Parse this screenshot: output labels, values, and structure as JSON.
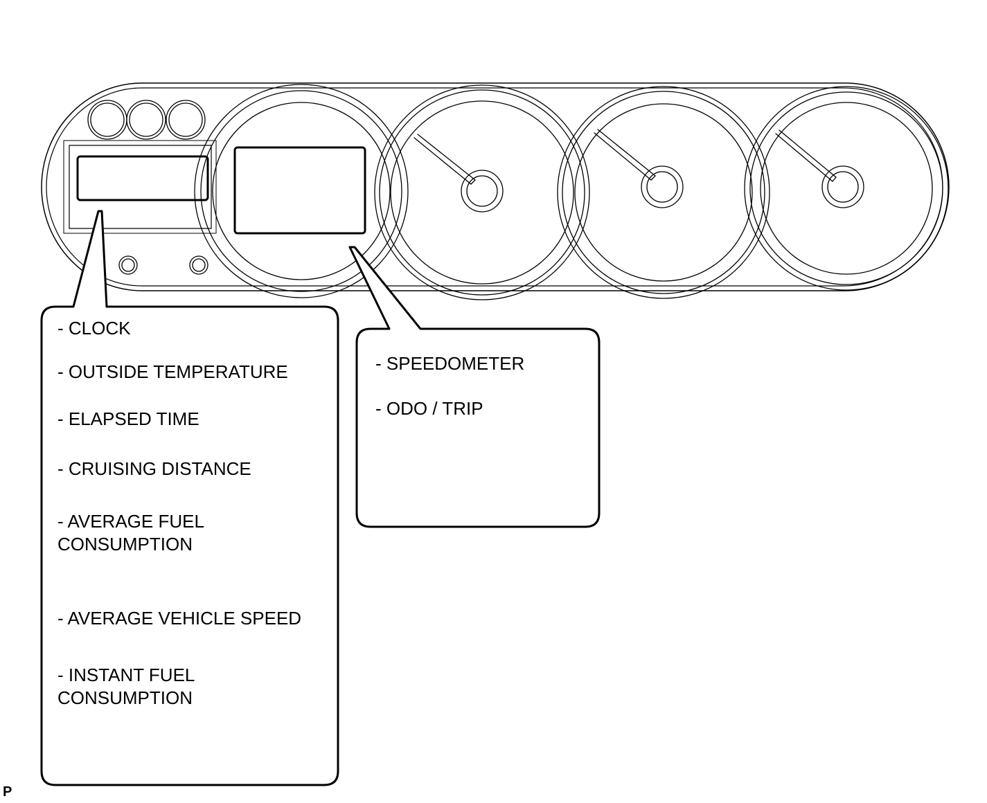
{
  "multi_info_callout": {
    "items": [
      "- CLOCK",
      "- OUTSIDE TEMPERATURE",
      "- ELAPSED TIME",
      "- CRUISING DISTANCE",
      "- AVERAGE FUEL",
      "CONSUMPTION",
      "- AVERAGE VEHICLE SPEED",
      "- INSTANT FUEL",
      "CONSUMPTION"
    ]
  },
  "speedometer_callout": {
    "items": [
      "- SPEEDOMETER",
      "- ODO / TRIP"
    ]
  },
  "corner_mark": "P"
}
